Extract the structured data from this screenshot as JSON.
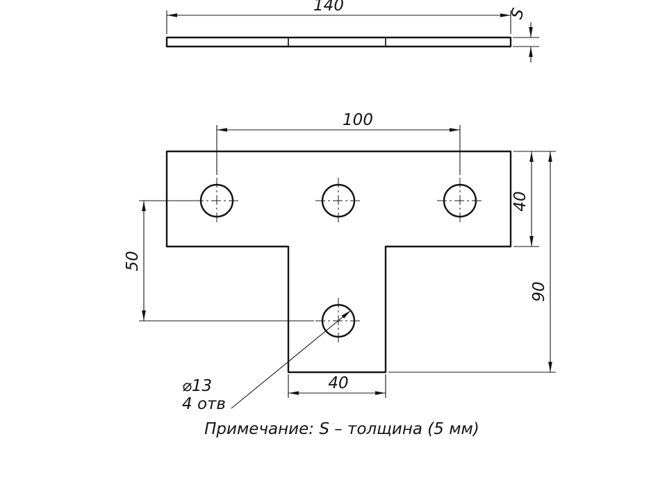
{
  "colors": {
    "line": "#141414",
    "background": "#ffffff"
  },
  "edge_view": {
    "length_dim": "140",
    "thickness_dim": "S"
  },
  "plan_view": {
    "hole_spacing_dim": "100",
    "flange_height_dim": "40",
    "overall_height_dim": "90",
    "hole_row_spacing_dim": "50",
    "stem_width_dim": "40",
    "hole_callout_diameter": "⌀13",
    "hole_callout_count": "4 отв"
  },
  "drawing_note": "Примечание: S – толщина (5 мм)"
}
